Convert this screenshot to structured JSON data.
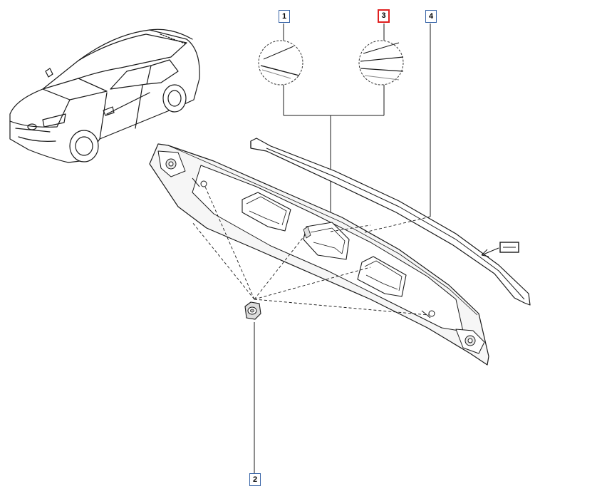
{
  "diagram": {
    "callouts": [
      {
        "label": "1",
        "highlighted": false
      },
      {
        "label": "3",
        "highlighted": true
      },
      {
        "label": "4",
        "highlighted": false
      },
      {
        "label": "2",
        "highlighted": false
      }
    ],
    "colors": {
      "line": "#1a1a1a",
      "callout_border": "#3a66a8",
      "highlight": "#e02020",
      "part_fill": "#f2f2f2"
    },
    "icons": [
      "car-illustration-icon",
      "clip-fastener-icon",
      "rectangular-clip-icon"
    ]
  }
}
